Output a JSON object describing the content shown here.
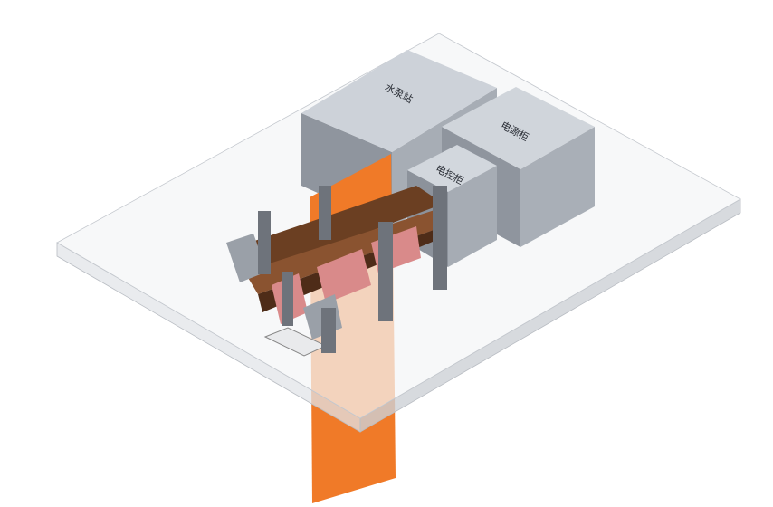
{
  "labels": {
    "pump_station": "水泵站",
    "power_cabinet": "电源柜",
    "control_cabinet": "电控柜"
  },
  "colors": {
    "orange": "#f07a28",
    "box_top": "#c9ced6",
    "box_side": "#8c929b",
    "rail": "#7a4a2a",
    "coil": "#d98a8a",
    "pillar": "#6e737b"
  }
}
